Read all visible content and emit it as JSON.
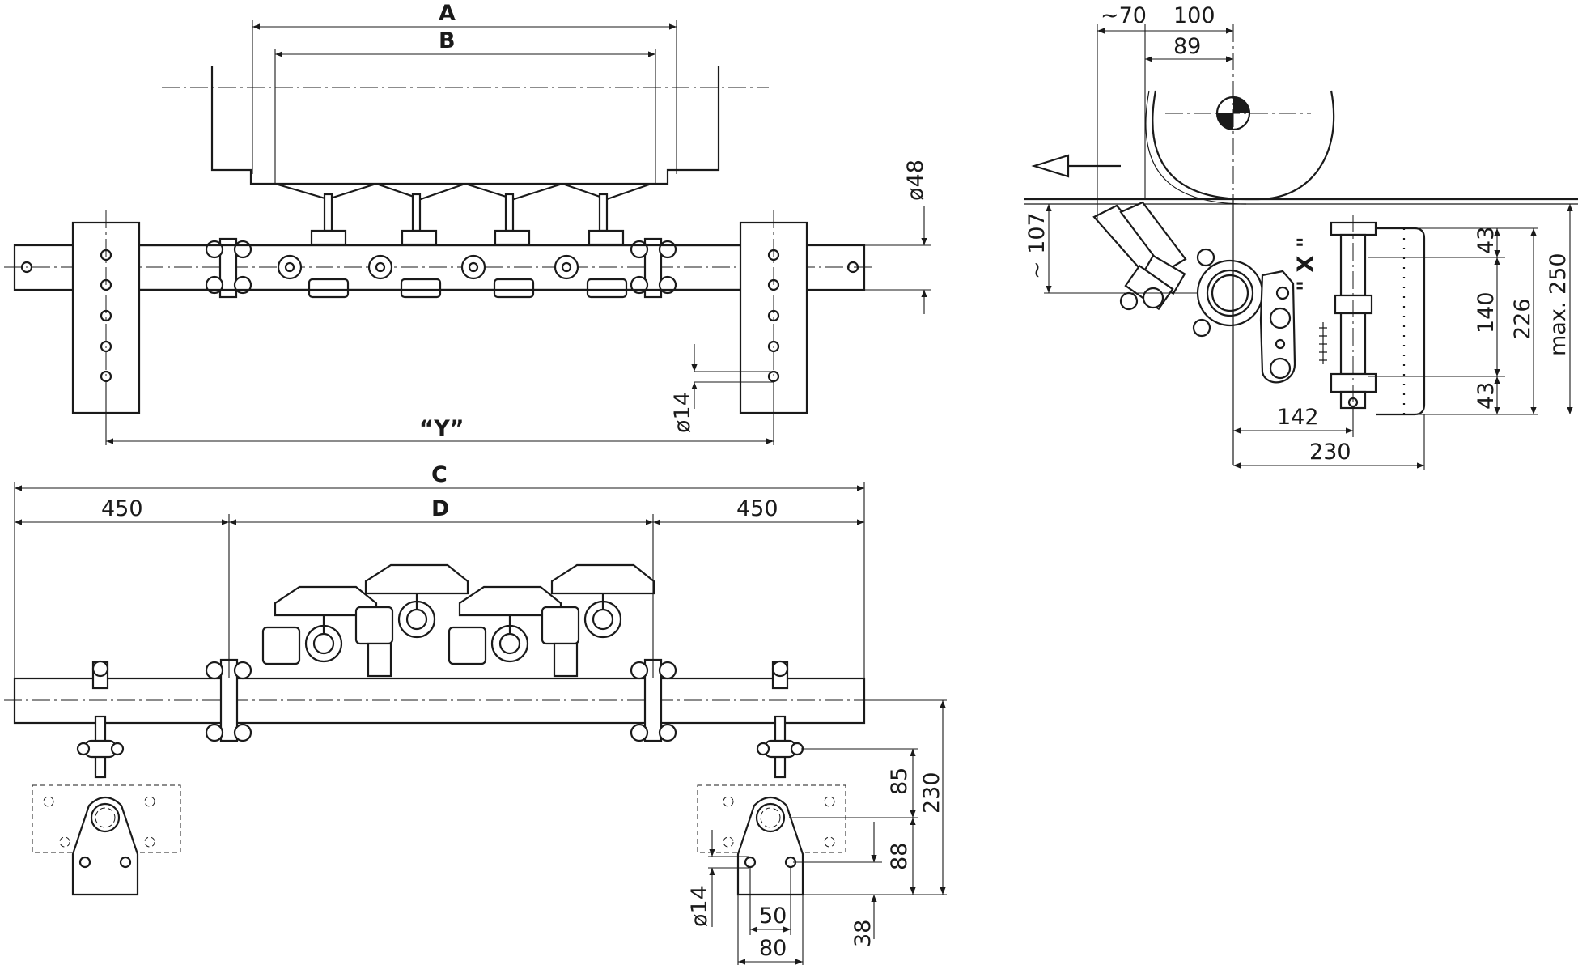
{
  "labels": {
    "A": "A",
    "B": "B",
    "C": "C",
    "D": "D",
    "Y": "“Y”",
    "X": "\" X \"",
    "left_450": "450",
    "right_450": "450",
    "dia48": "ø48",
    "dia14_top": "ø14",
    "dia14_bottom": "ø14",
    "approx70": "~70",
    "d100": "100",
    "d89": "89",
    "approx107": "~ 107",
    "d43_top": "43",
    "d140": "140",
    "d43_bottom": "43",
    "d226": "226",
    "max250": "max. 250",
    "d142": "142",
    "d230_side": "230",
    "d85": "85",
    "d230_front": "230",
    "d88": "88",
    "d38": "38",
    "d50": "50",
    "d80": "80"
  }
}
